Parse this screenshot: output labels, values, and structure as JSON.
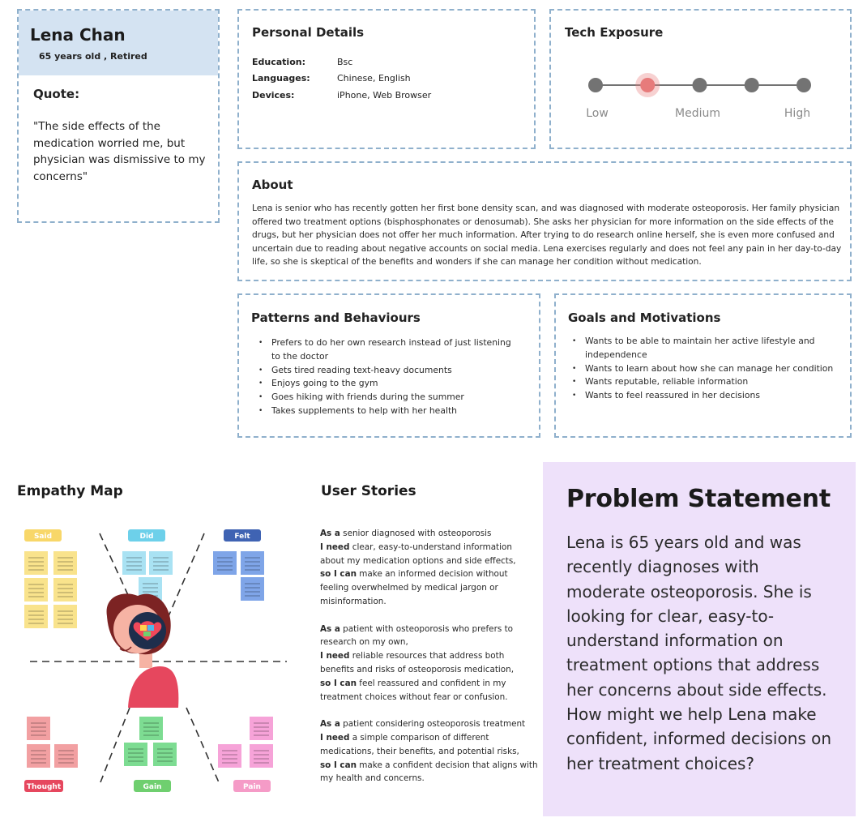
{
  "profile": {
    "name": "Lena Chan",
    "subtitle": "65 years old , Retired",
    "quote_label": "Quote:",
    "quote": "\"The side effects of the medication worried me, but physician was dismissive to my concerns\""
  },
  "personal_details": {
    "title": "Personal Details",
    "rows": [
      {
        "key": "Education:",
        "value": "Bsc"
      },
      {
        "key": "Languages:",
        "value": "Chinese, English"
      },
      {
        "key": "Devices:",
        "value": "iPhone, Web Browser"
      }
    ]
  },
  "tech_exposure": {
    "title": "Tech Exposure",
    "levels": 5,
    "selected_level": 2,
    "labels": {
      "low": "Low",
      "medium": "Medium",
      "high": "High"
    },
    "dot_color": "#737373",
    "selected_color": "#e77b7b"
  },
  "about": {
    "title": "About",
    "text": "Lena is senior who has recently gotten her first bone density scan, and was diagnosed with moderate osteoporosis. Her family physician offered two treatment options (bisphosphonates or denosumab). She asks her physician for more information on the side effects of the drugs, but her physician does not offer her much information. After trying to do research online herself, she is even more confused and uncertain due to reading about negative accounts on social media. Lena exercises regularly and does not feel any pain in her day-to-day life, so she is skeptical of the benefits and wonders if she can manage her condition without medication."
  },
  "patterns": {
    "title": "Patterns and Behaviours",
    "items": [
      "Prefers to do her own research instead of just listening to the doctor",
      "Gets tired reading text-heavy documents",
      "Enjoys going to the gym",
      "Goes hiking with friends during the summer",
      "Takes supplements to help with her health"
    ]
  },
  "goals": {
    "title": "Goals and Motivations",
    "items": [
      "Wants to be able to maintain her active lifestyle and independence",
      "Wants to learn about how she can manage her condition",
      "Wants reputable, reliable information",
      "Wants to feel reassured in her decisions"
    ]
  },
  "empathy_map": {
    "title": "Empathy Map",
    "quadrants": [
      {
        "label": "Said",
        "color": "#f8d769",
        "note_color": "#f9e38c"
      },
      {
        "label": "Did",
        "color": "#6dd0ea",
        "note_color": "#a9e2f3"
      },
      {
        "label": "Felt",
        "color": "#3f63b3",
        "note_color": "#7fa5e8"
      },
      {
        "label": "Thought",
        "color": "#e6475e",
        "note_color": "#f2a0a2"
      },
      {
        "label": "Gain",
        "color": "#6fcf6f",
        "note_color": "#7ddc92"
      },
      {
        "label": "Pain",
        "color": "#f59bc7",
        "note_color": "#f6a3d8"
      }
    ],
    "illustration_icons": [
      "person-illustration",
      "heart-puzzle-icon"
    ]
  },
  "user_stories": {
    "title": "User Stories",
    "stories": [
      {
        "as_label": "As a",
        "as_text": " senior diagnosed with osteoporosis",
        "need_label": "I need",
        "need_text": " clear, easy-to-understand information about my medication options and side effects,",
        "can_label": "so I can",
        "can_text": " make an informed decision without feeling overwhelmed by medical jargon or misinformation."
      },
      {
        "as_label": "As a",
        "as_text": " patient with osteoporosis who prefers to research on my own,",
        "need_label": "I need",
        "need_text": " reliable resources that address both benefits and risks of osteoporosis medication,",
        "can_label": "so I can",
        "can_text": " feel reassured and confident in my treatment choices without fear or confusion."
      },
      {
        "as_label": "As a",
        "as_text": " patient considering osteoporosis treatment",
        "need_label": "I need",
        "need_text": " a simple comparison of different medications, their benefits, and potential risks,",
        "can_label": "so I can",
        "can_text": " make a confident decision that aligns with my health and concerns."
      }
    ]
  },
  "problem_statement": {
    "title": "Problem Statement",
    "text": "Lena is 65 years old and was recently diagnoses with moderate osteoporosis. She is looking for clear, easy-to-understand information on treatment options that address her concerns about side effects. How might we help Lena make confident, informed decisions on her treatment choices?",
    "background": "#eee1fa"
  },
  "accent_colors": {
    "card_border": "#8fb0cc",
    "profile_header": "#d4e3f2"
  }
}
